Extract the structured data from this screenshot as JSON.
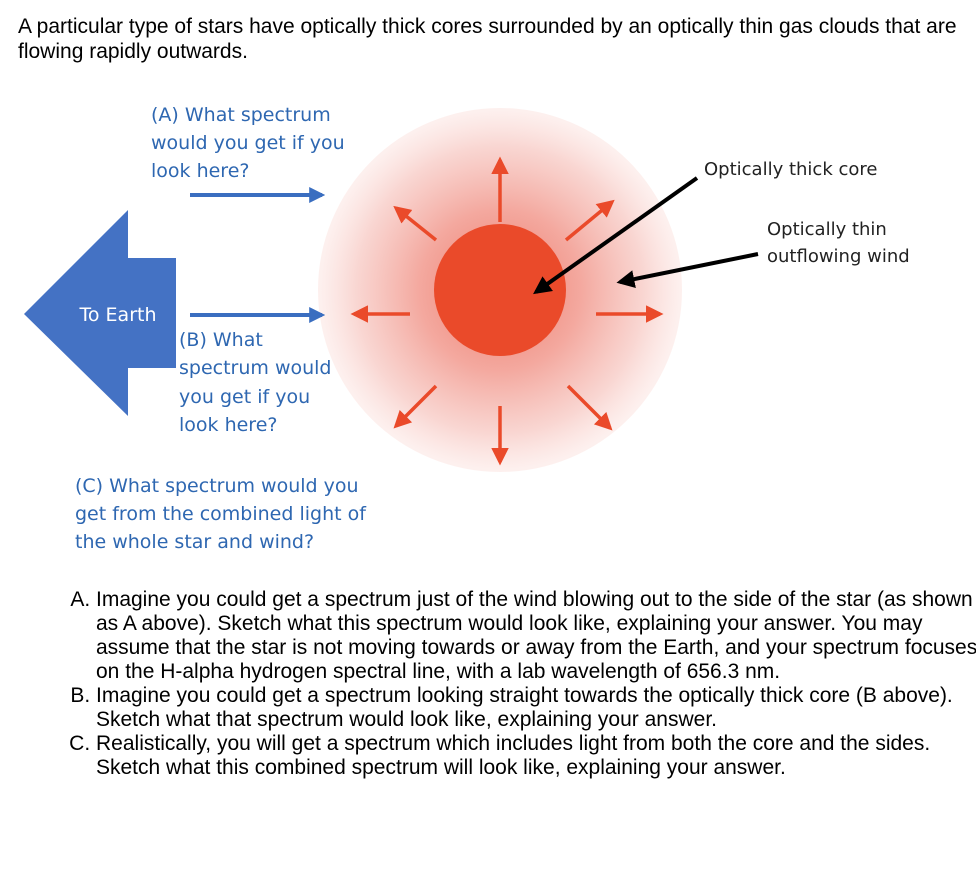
{
  "intro": "A particular type of stars have optically thick cores surrounded by an optically thin gas clouds that are flowing rapidly outwards.",
  "diagram": {
    "question_a": [
      "(A) What spectrum",
      "would you get if you",
      "look here?"
    ],
    "question_b": [
      "(B) What",
      "spectrum would",
      "you get if you",
      "look here?"
    ],
    "question_c": [
      "(C) What spectrum would you",
      "get from the combined light of",
      "the whole star and wind?"
    ],
    "to_earth": "To Earth",
    "core_label": "Optically thick core",
    "wind_label": [
      "Optically thin",
      "outflowing wind"
    ],
    "colors": {
      "blue_text": "#2E67B1",
      "earth_arrow": "#4472C4",
      "sight_arrow": "#3A6EC0",
      "core": "#EA4A2A",
      "glow": "#F2B8B2"
    }
  },
  "questions": [
    "Imagine you could get a spectrum just of the wind blowing out to the side of the star (as shown as A above). Sketch what this spectrum would look like, explaining your answer. You may assume that the star is not moving towards or away from the Earth, and your spectrum focuses on the H-alpha hydrogen spectral line, with a lab wavelength of 656.3 nm.",
    "Imagine you could get a spectrum looking straight towards the optically thick core (B above). Sketch what that spectrum would look like, explaining your answer.",
    "Realistically, you will get a spectrum which includes light from both the core and the sides. Sketch what this combined spectrum will look like, explaining your answer."
  ]
}
